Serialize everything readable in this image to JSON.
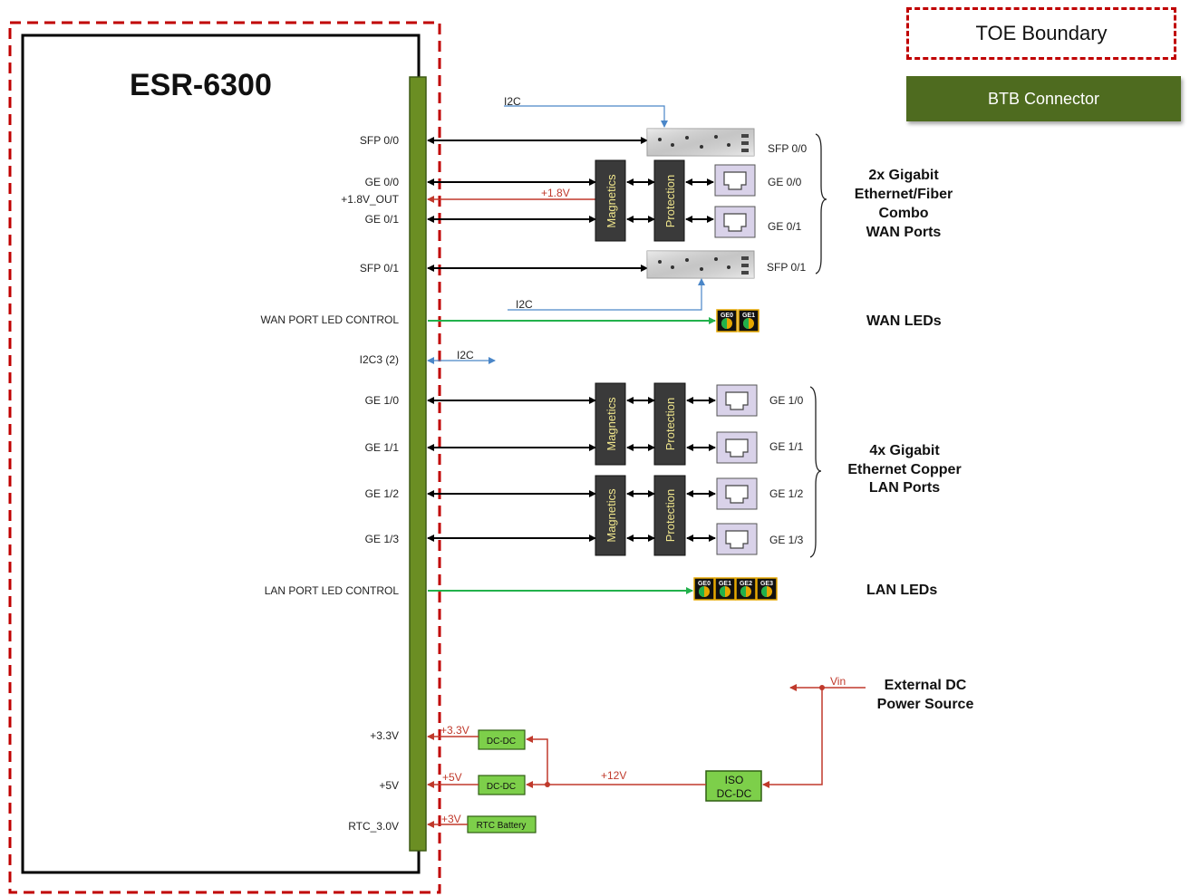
{
  "legend": {
    "toe_boundary": "TOE Boundary",
    "btb_connector": "BTB Connector"
  },
  "device": {
    "title": "ESR-6300"
  },
  "signals": {
    "sfp00": "SFP 0/0",
    "ge00": "GE 0/0",
    "v18out": "+1.8V_OUT",
    "ge01": "GE 0/1",
    "sfp01": "SFP 0/1",
    "wan_led": "WAN PORT LED CONTROL",
    "i2c3": "I2C3 (2)",
    "ge10": "GE 1/0",
    "ge11": "GE 1/1",
    "ge12": "GE 1/2",
    "ge13": "GE 1/3",
    "lan_led": "LAN PORT LED CONTROL",
    "v33": "+3.3V",
    "v5": "+5V",
    "rtc": "RTC_3.0V"
  },
  "wires": {
    "i2c": "I2C",
    "v18": "+1.8V",
    "v33": "+3.3V",
    "v5": "+5V",
    "v3": "+3V",
    "v12": "+12V",
    "vin": "Vin"
  },
  "blocks": {
    "magnetics": "Magnetics",
    "protection": "Protection",
    "dcdc": "DC-DC",
    "rtc_battery": "RTC Battery",
    "iso1": "ISO",
    "iso2": "DC-DC"
  },
  "ports": {
    "sfp00": "SFP 0/0",
    "ge00": "GE 0/0",
    "ge01": "GE 0/1",
    "sfp01": "SFP 0/1",
    "ge10": "GE 1/0",
    "ge11": "GE 1/1",
    "ge12": "GE 1/2",
    "ge13": "GE 1/3"
  },
  "leds": {
    "ge0": "GE0",
    "ge1": "GE1",
    "ge2": "GE2",
    "ge3": "GE3"
  },
  "groups": {
    "wan_ports": [
      "2x Gigabit",
      "Ethernet/Fiber",
      "Combo",
      "WAN Ports"
    ],
    "wan_leds": "WAN LEDs",
    "lan_ports": [
      "4x Gigabit",
      "Ethernet Copper",
      "LAN Ports"
    ],
    "lan_leds": "LAN LEDs",
    "power": [
      "External DC",
      "Power Source"
    ]
  },
  "colors": {
    "boundary": "#c00000",
    "connector": "#6b8e23",
    "power": "#c0392b",
    "i2c": "#4a86c8",
    "led": "#22b14c",
    "block": "#3a3a3a",
    "dcdc": "#7dcf4a"
  }
}
